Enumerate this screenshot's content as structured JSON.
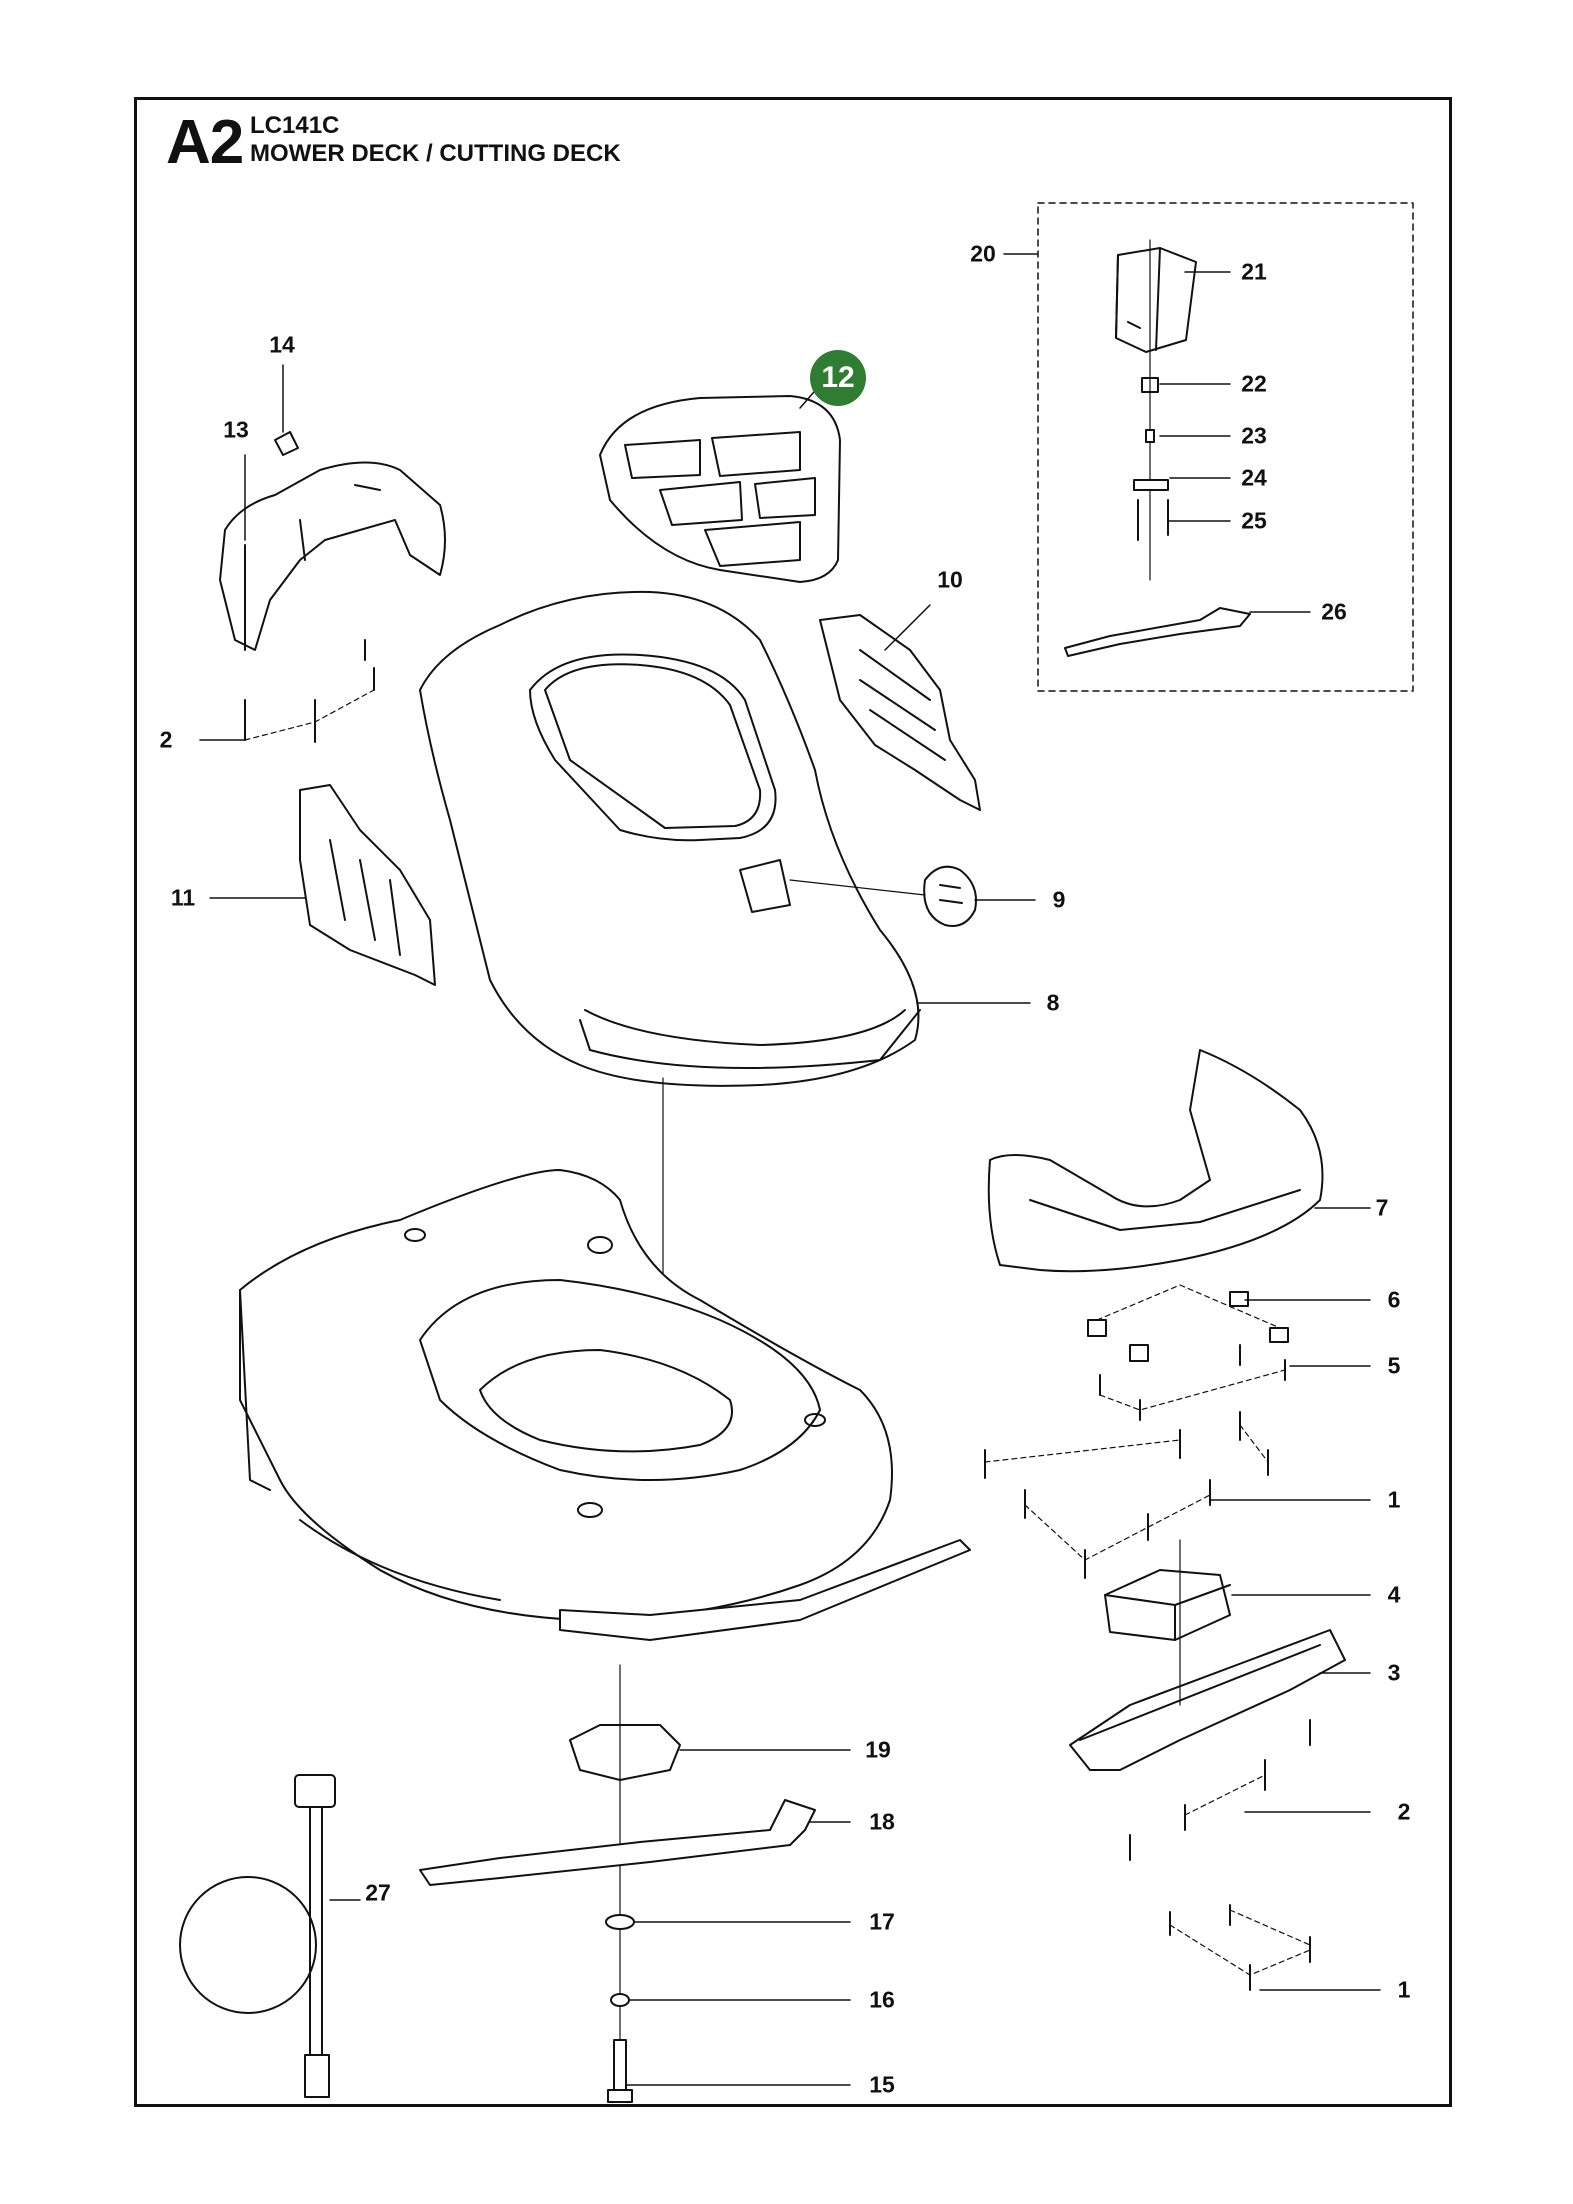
{
  "header": {
    "code": "A2",
    "model": "LC141C",
    "title": "MOWER DECK / CUTTING DECK"
  },
  "colors": {
    "highlight": "#2e7d32",
    "ink": "#111111"
  },
  "callouts": [
    {
      "id": "c20",
      "text": "20"
    },
    {
      "id": "c21",
      "text": "21"
    },
    {
      "id": "c22",
      "text": "22"
    },
    {
      "id": "c23",
      "text": "23"
    },
    {
      "id": "c24",
      "text": "24"
    },
    {
      "id": "c25",
      "text": "25"
    },
    {
      "id": "c26",
      "text": "26"
    },
    {
      "id": "c14",
      "text": "14"
    },
    {
      "id": "c13",
      "text": "13"
    },
    {
      "id": "c2a",
      "text": "2"
    },
    {
      "id": "c10",
      "text": "10"
    },
    {
      "id": "c11",
      "text": "11"
    },
    {
      "id": "c9",
      "text": "9"
    },
    {
      "id": "c8",
      "text": "8"
    },
    {
      "id": "c7",
      "text": "7"
    },
    {
      "id": "c6",
      "text": "6"
    },
    {
      "id": "c5",
      "text": "5"
    },
    {
      "id": "c1a",
      "text": "1"
    },
    {
      "id": "c4",
      "text": "4"
    },
    {
      "id": "c3",
      "text": "3"
    },
    {
      "id": "c2b",
      "text": "2"
    },
    {
      "id": "c19",
      "text": "19"
    },
    {
      "id": "c18",
      "text": "18"
    },
    {
      "id": "c27",
      "text": "27"
    },
    {
      "id": "c17",
      "text": "17"
    },
    {
      "id": "c16",
      "text": "16"
    },
    {
      "id": "c1b",
      "text": "1"
    },
    {
      "id": "c15",
      "text": "15"
    }
  ],
  "highlighted_callout": {
    "text": "12"
  }
}
